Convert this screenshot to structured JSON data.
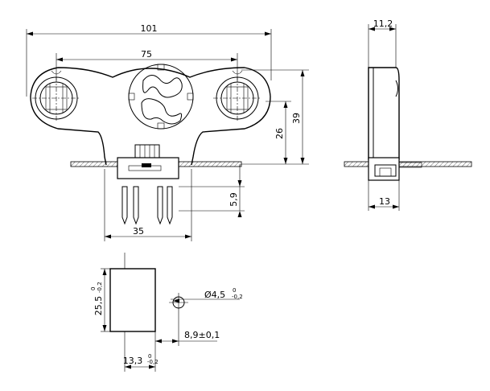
{
  "drawing": {
    "front_view": {
      "dim_overall_width": "101",
      "dim_pin_spacing": "75",
      "dim_height_total": "39",
      "dim_height_mount": "26",
      "dim_pin_length": "5,9",
      "dim_base_width": "35"
    },
    "side_view": {
      "dim_depth": "11,2",
      "dim_base_depth": "13"
    },
    "cutout": {
      "height_value": "25,5",
      "height_tol_upper": "0",
      "height_tol_lower": "-0,2",
      "width_value": "13,3",
      "width_tol_upper": "0",
      "width_tol_lower": "-0,2",
      "hole_diameter": "Ø4,5",
      "hole_tol_upper": "0",
      "hole_tol_lower": "-0,2",
      "hole_offset": "8,9±0,1"
    }
  }
}
